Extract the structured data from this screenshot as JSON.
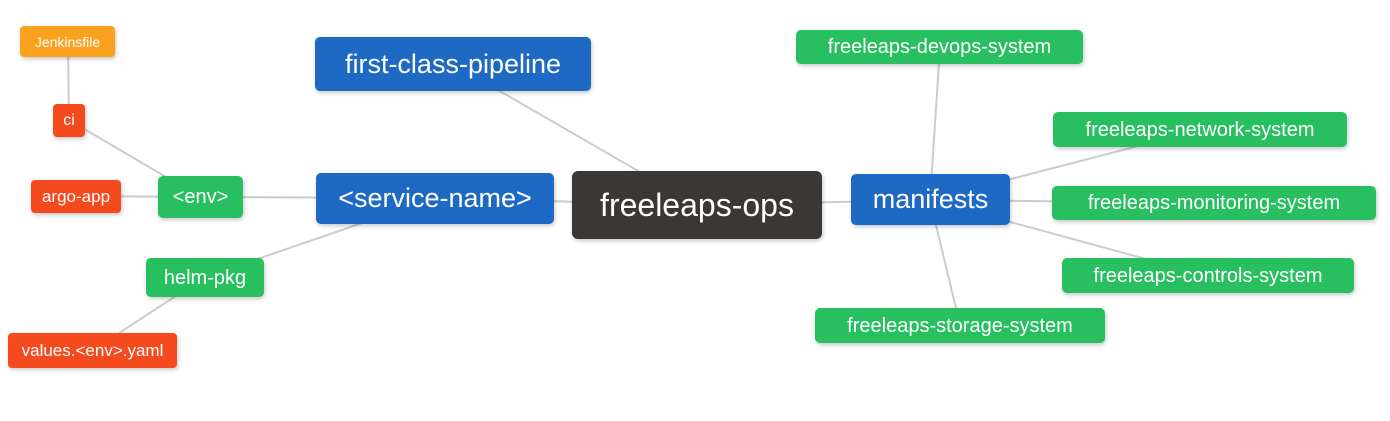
{
  "diagram": {
    "title": "freeleaps-ops mind map",
    "background": "#FFFFFF",
    "edge_color": "#CCCCCC",
    "text_color": "#FFFFFF",
    "palette": {
      "root": "#3A3734",
      "branch_blue": "#1E69C4",
      "leaf_green": "#28BF60",
      "file_red": "#F54A1E",
      "jenkins_orange": "#FAA21E"
    },
    "nodes": [
      {
        "id": "jenkinsfile",
        "label": "Jenkinsfile",
        "bg": "#FAA21E"
      },
      {
        "id": "ci",
        "label": "ci",
        "bg": "#F54A1E"
      },
      {
        "id": "argo-app",
        "label": "argo-app",
        "bg": "#F54A1E"
      },
      {
        "id": "env",
        "label": "<env>",
        "bg": "#28BF60"
      },
      {
        "id": "helm-pkg",
        "label": "helm-pkg",
        "bg": "#28BF60"
      },
      {
        "id": "values-env-yaml",
        "label": "values.<env>.yaml",
        "bg": "#F54A1E"
      },
      {
        "id": "first-class-pipeline",
        "label": "first-class-pipeline",
        "bg": "#1E69C4"
      },
      {
        "id": "service-name",
        "label": "<service-name>",
        "bg": "#1E69C4"
      },
      {
        "id": "freeleaps-ops",
        "label": "freeleaps-ops",
        "bg": "#3A3734"
      },
      {
        "id": "manifests",
        "label": "manifests",
        "bg": "#1E69C4"
      },
      {
        "id": "freeleaps-devops-system",
        "label": "freeleaps-devops-system",
        "bg": "#28BF60"
      },
      {
        "id": "freeleaps-network-system",
        "label": "freeleaps-network-system",
        "bg": "#28BF60"
      },
      {
        "id": "freeleaps-monitoring-system",
        "label": "freeleaps-monitoring-system",
        "bg": "#28BF60"
      },
      {
        "id": "freeleaps-controls-system",
        "label": "freeleaps-controls-system",
        "bg": "#28BF60"
      },
      {
        "id": "freeleaps-storage-system",
        "label": "freeleaps-storage-system",
        "bg": "#28BF60"
      }
    ],
    "edges": [
      [
        "jenkinsfile",
        "ci"
      ],
      [
        "ci",
        "env"
      ],
      [
        "argo-app",
        "env"
      ],
      [
        "env",
        "service-name"
      ],
      [
        "helm-pkg",
        "service-name"
      ],
      [
        "values-env-yaml",
        "helm-pkg"
      ],
      [
        "first-class-pipeline",
        "freeleaps-ops"
      ],
      [
        "service-name",
        "freeleaps-ops"
      ],
      [
        "freeleaps-ops",
        "manifests"
      ],
      [
        "freeleaps-devops-system",
        "manifests"
      ],
      [
        "manifests",
        "freeleaps-network-system"
      ],
      [
        "manifests",
        "freeleaps-monitoring-system"
      ],
      [
        "manifests",
        "freeleaps-controls-system"
      ],
      [
        "manifests",
        "freeleaps-storage-system"
      ]
    ]
  }
}
